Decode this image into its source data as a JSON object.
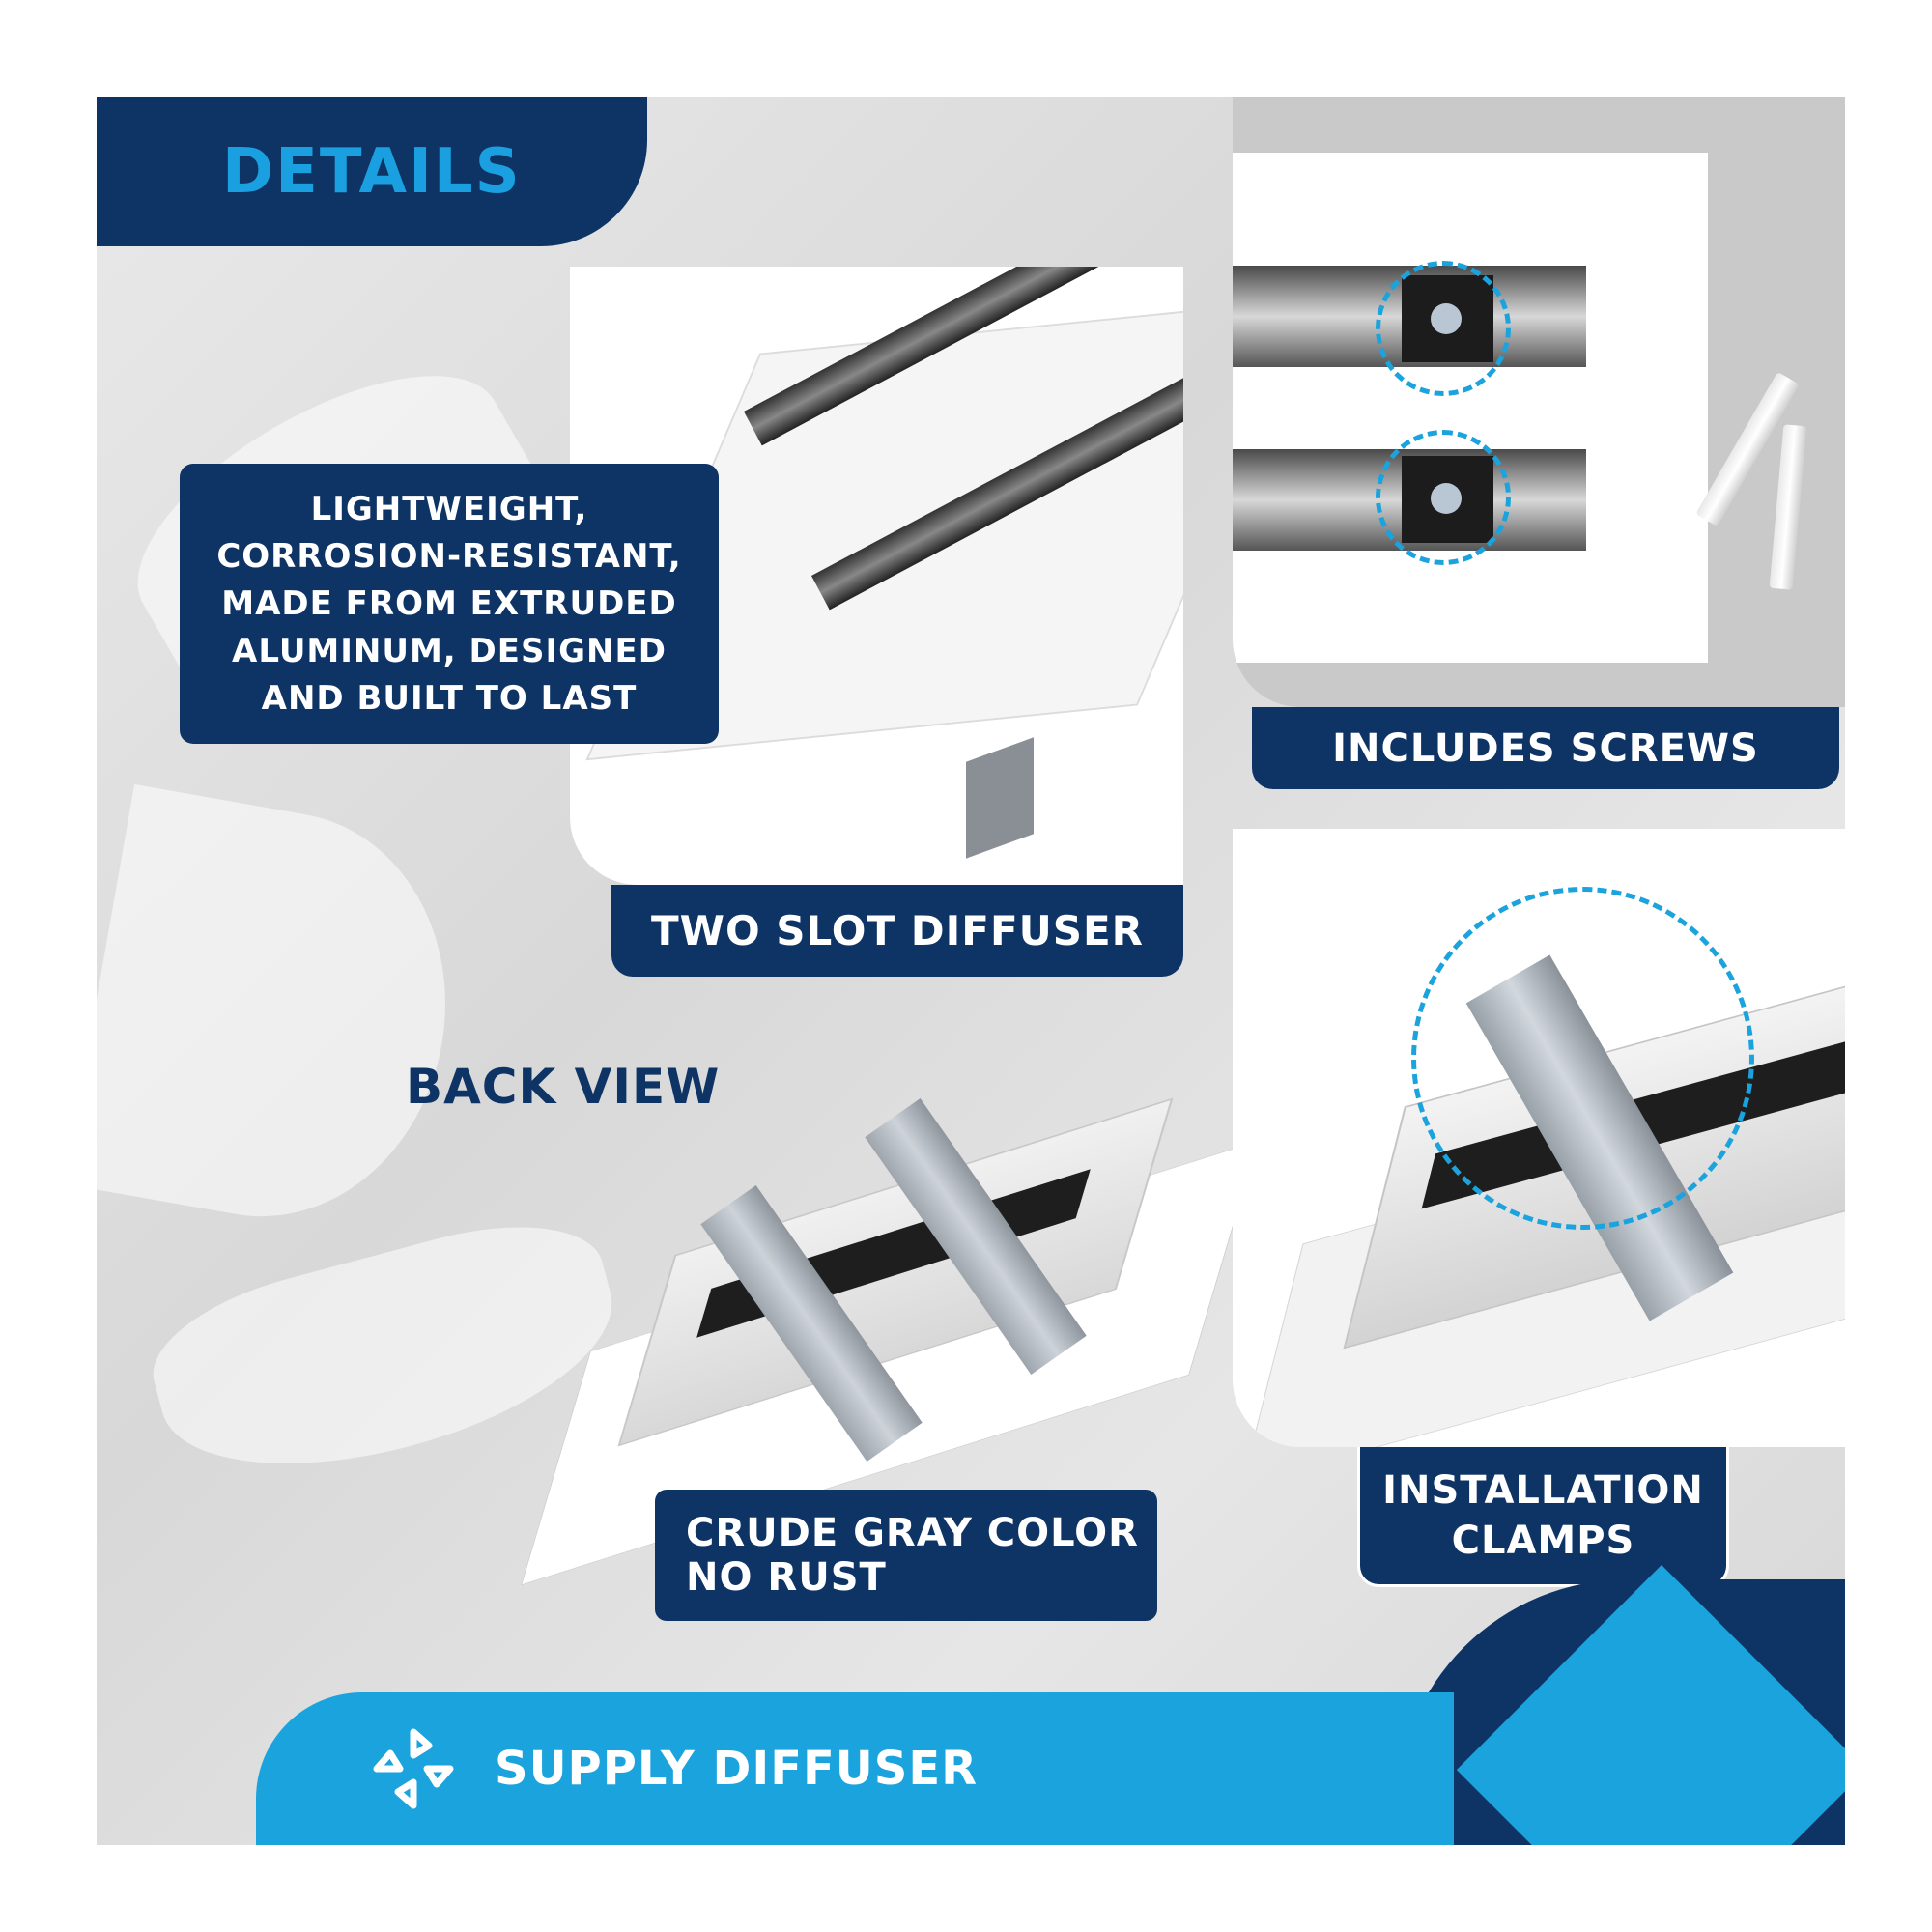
{
  "header": {
    "title": "DETAILS"
  },
  "callouts": {
    "material": "LIGHTWEIGHT, CORROSION-RESISTANT, MADE FROM EXTRUDED ALUMINUM, DESIGNED AND BUILT TO LAST",
    "two_slot": "TWO SLOT DIFFUSER",
    "screws": "INCLUDES SCREWS",
    "back_view": "BACK VIEW",
    "clamps_line1": "INSTALLATION",
    "clamps_line2": "CLAMPS",
    "color_line1": "CRUDE GRAY COLOR",
    "color_line2": "NO RUST"
  },
  "footer": {
    "brand": "SUPPLY DIFFUSER",
    "icon": "pinwheel-logo-icon"
  },
  "colors": {
    "navy": "#0e3466",
    "accent": "#1aa3dd",
    "title_blue": "#1a9fe0"
  }
}
